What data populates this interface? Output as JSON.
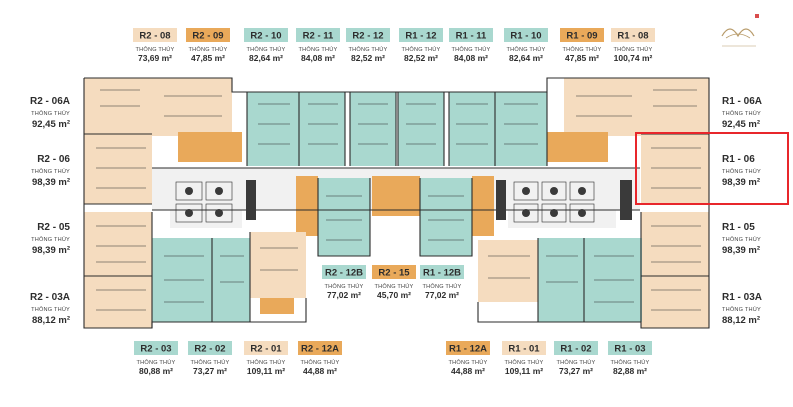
{
  "units": {
    "top_row": [
      {
        "code": "R2 - 08",
        "caption": "THÔNG THỦY",
        "area": "73,69 m²",
        "color": "beige"
      },
      {
        "code": "R2 - 09",
        "caption": "THÔNG THỦY",
        "area": "47,85 m²",
        "color": "orange"
      },
      {
        "code": "R2 - 10",
        "caption": "THÔNG THỦY",
        "area": "82,64 m²",
        "color": "teal"
      },
      {
        "code": "R2 - 11",
        "caption": "THÔNG THỦY",
        "area": "84,08 m²",
        "color": "teal"
      },
      {
        "code": "R2 - 12",
        "caption": "THÔNG THỦY",
        "area": "82,52 m²",
        "color": "teal"
      },
      {
        "code": "R1 - 12",
        "caption": "THÔNG THỦY",
        "area": "82,52 m²",
        "color": "teal"
      },
      {
        "code": "R1 - 11",
        "caption": "THÔNG THỦY",
        "area": "84,08 m²",
        "color": "teal"
      },
      {
        "code": "R1 - 10",
        "caption": "THÔNG THỦY",
        "area": "82,64 m²",
        "color": "teal"
      },
      {
        "code": "R1 - 09",
        "caption": "THÔNG THỦY",
        "area": "47,85 m²",
        "color": "orange"
      },
      {
        "code": "R1 - 08",
        "caption": "THÔNG THỦY",
        "area": "100,74 m²",
        "color": "beige"
      }
    ],
    "left_col": [
      {
        "code": "R2 - 06A",
        "caption": "THÔNG THỦY",
        "area": "92,45 m²"
      },
      {
        "code": "R2 - 06",
        "caption": "THÔNG THỦY",
        "area": "98,39 m²"
      },
      {
        "code": "R2 - 05",
        "caption": "THÔNG THỦY",
        "area": "98,39 m²"
      },
      {
        "code": "R2 - 03A",
        "caption": "THÔNG THỦY",
        "area": "88,12 m²"
      }
    ],
    "right_col": [
      {
        "code": "R1 - 06A",
        "caption": "THÔNG THỦY",
        "area": "92,45 m²"
      },
      {
        "code": "R1 - 06",
        "caption": "THÔNG THỦY",
        "area": "98,39 m²"
      },
      {
        "code": "R1 - 05",
        "caption": "THÔNG THỦY",
        "area": "98,39 m²"
      },
      {
        "code": "R1 - 03A",
        "caption": "THÔNG THỦY",
        "area": "88,12 m²"
      }
    ],
    "middle_row": [
      {
        "code": "R2 - 12B",
        "caption": "THÔNG THỦY",
        "area": "77,02 m²",
        "color": "teal"
      },
      {
        "code": "R2 - 15",
        "caption": "THÔNG THỦY",
        "area": "45,70 m²",
        "color": "orange"
      },
      {
        "code": "R1 - 12B",
        "caption": "THÔNG THỦY",
        "area": "77,02 m²",
        "color": "teal"
      }
    ],
    "bottom_left": [
      {
        "code": "R2 - 03",
        "caption": "THÔNG THỦY",
        "area": "80,88 m²",
        "color": "teal"
      },
      {
        "code": "R2 - 02",
        "caption": "THÔNG THỦY",
        "area": "73,27 m²",
        "color": "teal"
      },
      {
        "code": "R2 - 01",
        "caption": "THÔNG THỦY",
        "area": "109,11 m²",
        "color": "beige"
      },
      {
        "code": "R2 - 12A",
        "caption": "THÔNG THỦY",
        "area": "44,88 m²",
        "color": "orange"
      }
    ],
    "bottom_right": [
      {
        "code": "R1 - 12A",
        "caption": "THÔNG THỦY",
        "area": "44,88 m²",
        "color": "orange"
      },
      {
        "code": "R1 - 01",
        "caption": "THÔNG THỦY",
        "area": "109,11 m²",
        "color": "beige"
      },
      {
        "code": "R1 - 02",
        "caption": "THÔNG THỦY",
        "area": "73,27 m²",
        "color": "teal"
      },
      {
        "code": "R1 - 03",
        "caption": "THÔNG THỦY",
        "area": "82,88 m²",
        "color": "teal"
      }
    ]
  },
  "highlight": "R1 - 06",
  "colors": {
    "beige": "#f5dcbf",
    "teal": "#a9d8cf",
    "orange": "#e9a95a",
    "highlight": "#e8262b",
    "text": "#2d2d2d"
  }
}
